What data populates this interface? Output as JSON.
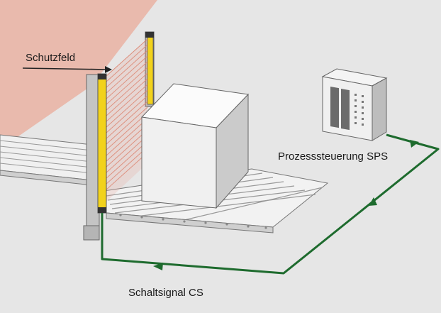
{
  "labels": {
    "protective_field": "Schutzfeld",
    "plc": "Prozesssteuerung SPS",
    "switching_signal": "Schaltsignal CS"
  },
  "colors": {
    "background": "#e6e6e6",
    "signal_line": "#1e6b2e",
    "light_curtain": "#f2d21b",
    "protective_field": "#e8a89a",
    "conveyor": "#f5f5f5",
    "box": "#f4f4f4"
  },
  "icons": [
    "light-curtain",
    "conveyor",
    "box",
    "plc-cabinet",
    "arrow"
  ]
}
